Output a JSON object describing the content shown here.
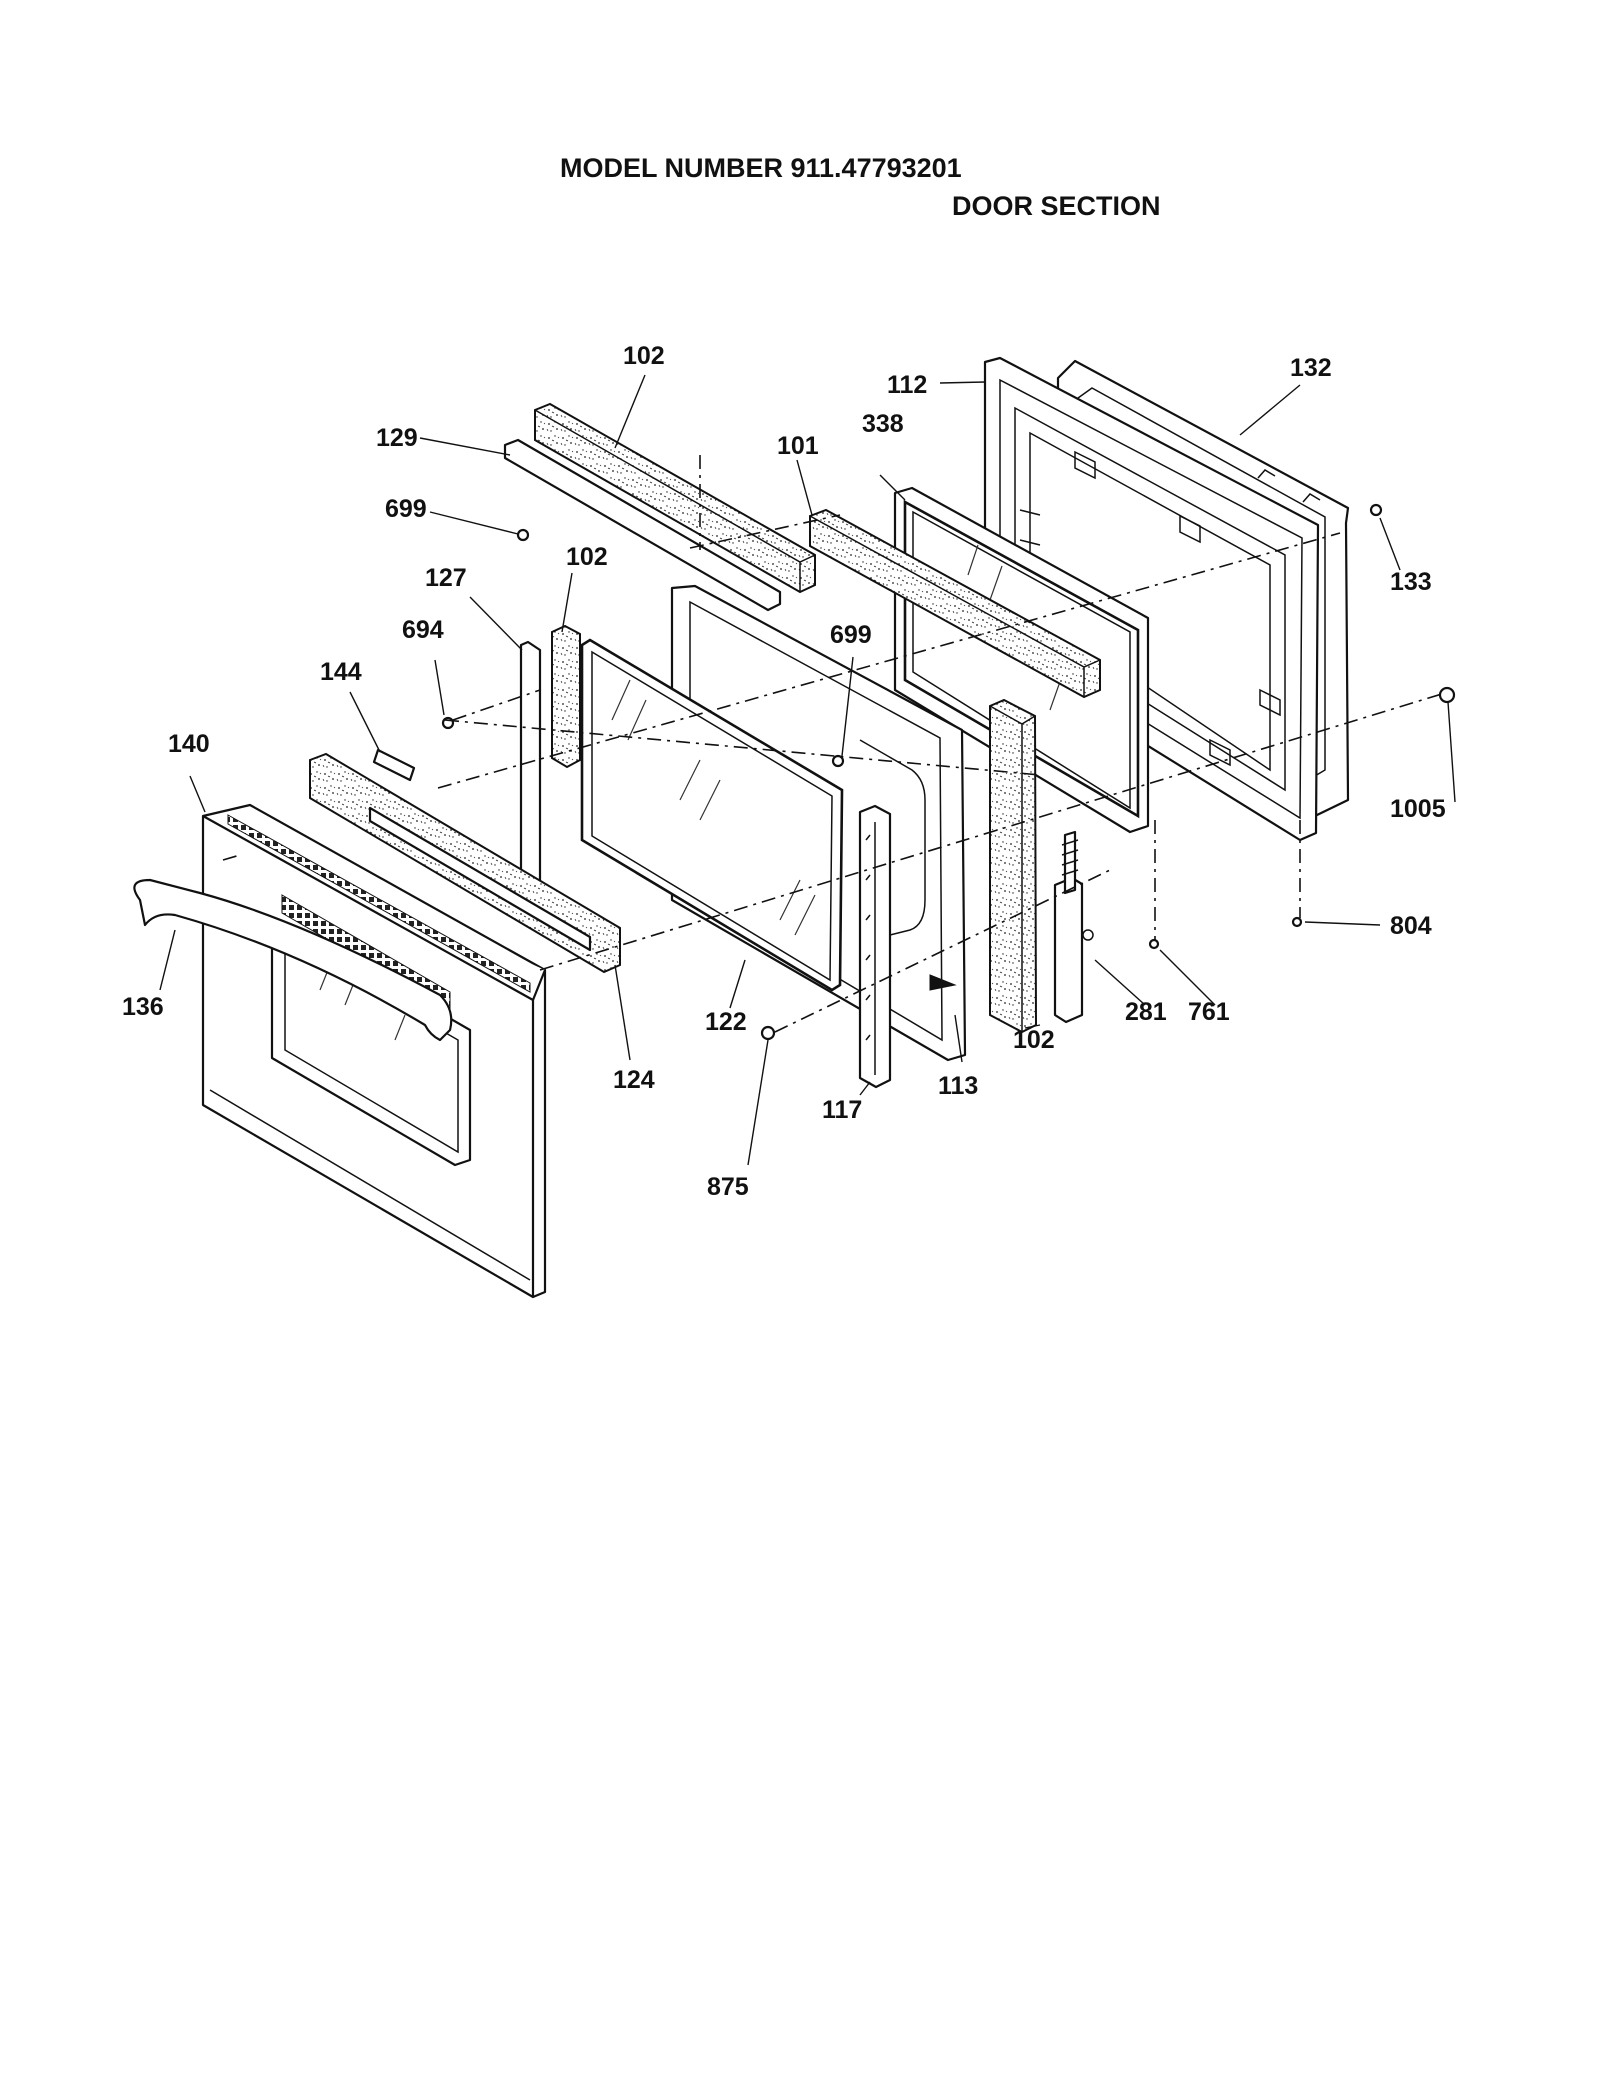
{
  "header": {
    "title": "MODEL NUMBER 911.47793201",
    "subtitle": "DOOR SECTION"
  },
  "callouts": [
    {
      "id": "c102a",
      "text": "102"
    },
    {
      "id": "c112",
      "text": "112"
    },
    {
      "id": "c132",
      "text": "132"
    },
    {
      "id": "c129",
      "text": "129"
    },
    {
      "id": "c101",
      "text": "101"
    },
    {
      "id": "c338",
      "text": "338"
    },
    {
      "id": "c699a",
      "text": "699"
    },
    {
      "id": "c133",
      "text": "133"
    },
    {
      "id": "c127",
      "text": "127"
    },
    {
      "id": "c102b",
      "text": "102"
    },
    {
      "id": "c694",
      "text": "694"
    },
    {
      "id": "c699b",
      "text": "699"
    },
    {
      "id": "c144",
      "text": "144"
    },
    {
      "id": "c140",
      "text": "140"
    },
    {
      "id": "c1005",
      "text": "1005"
    },
    {
      "id": "c804",
      "text": "804"
    },
    {
      "id": "c136",
      "text": "136"
    },
    {
      "id": "c122",
      "text": "122"
    },
    {
      "id": "c281",
      "text": "281"
    },
    {
      "id": "c761",
      "text": "761"
    },
    {
      "id": "c102c",
      "text": "102"
    },
    {
      "id": "c124",
      "text": "124"
    },
    {
      "id": "c113",
      "text": "113"
    },
    {
      "id": "c117",
      "text": "117"
    },
    {
      "id": "c875",
      "text": "875"
    }
  ]
}
